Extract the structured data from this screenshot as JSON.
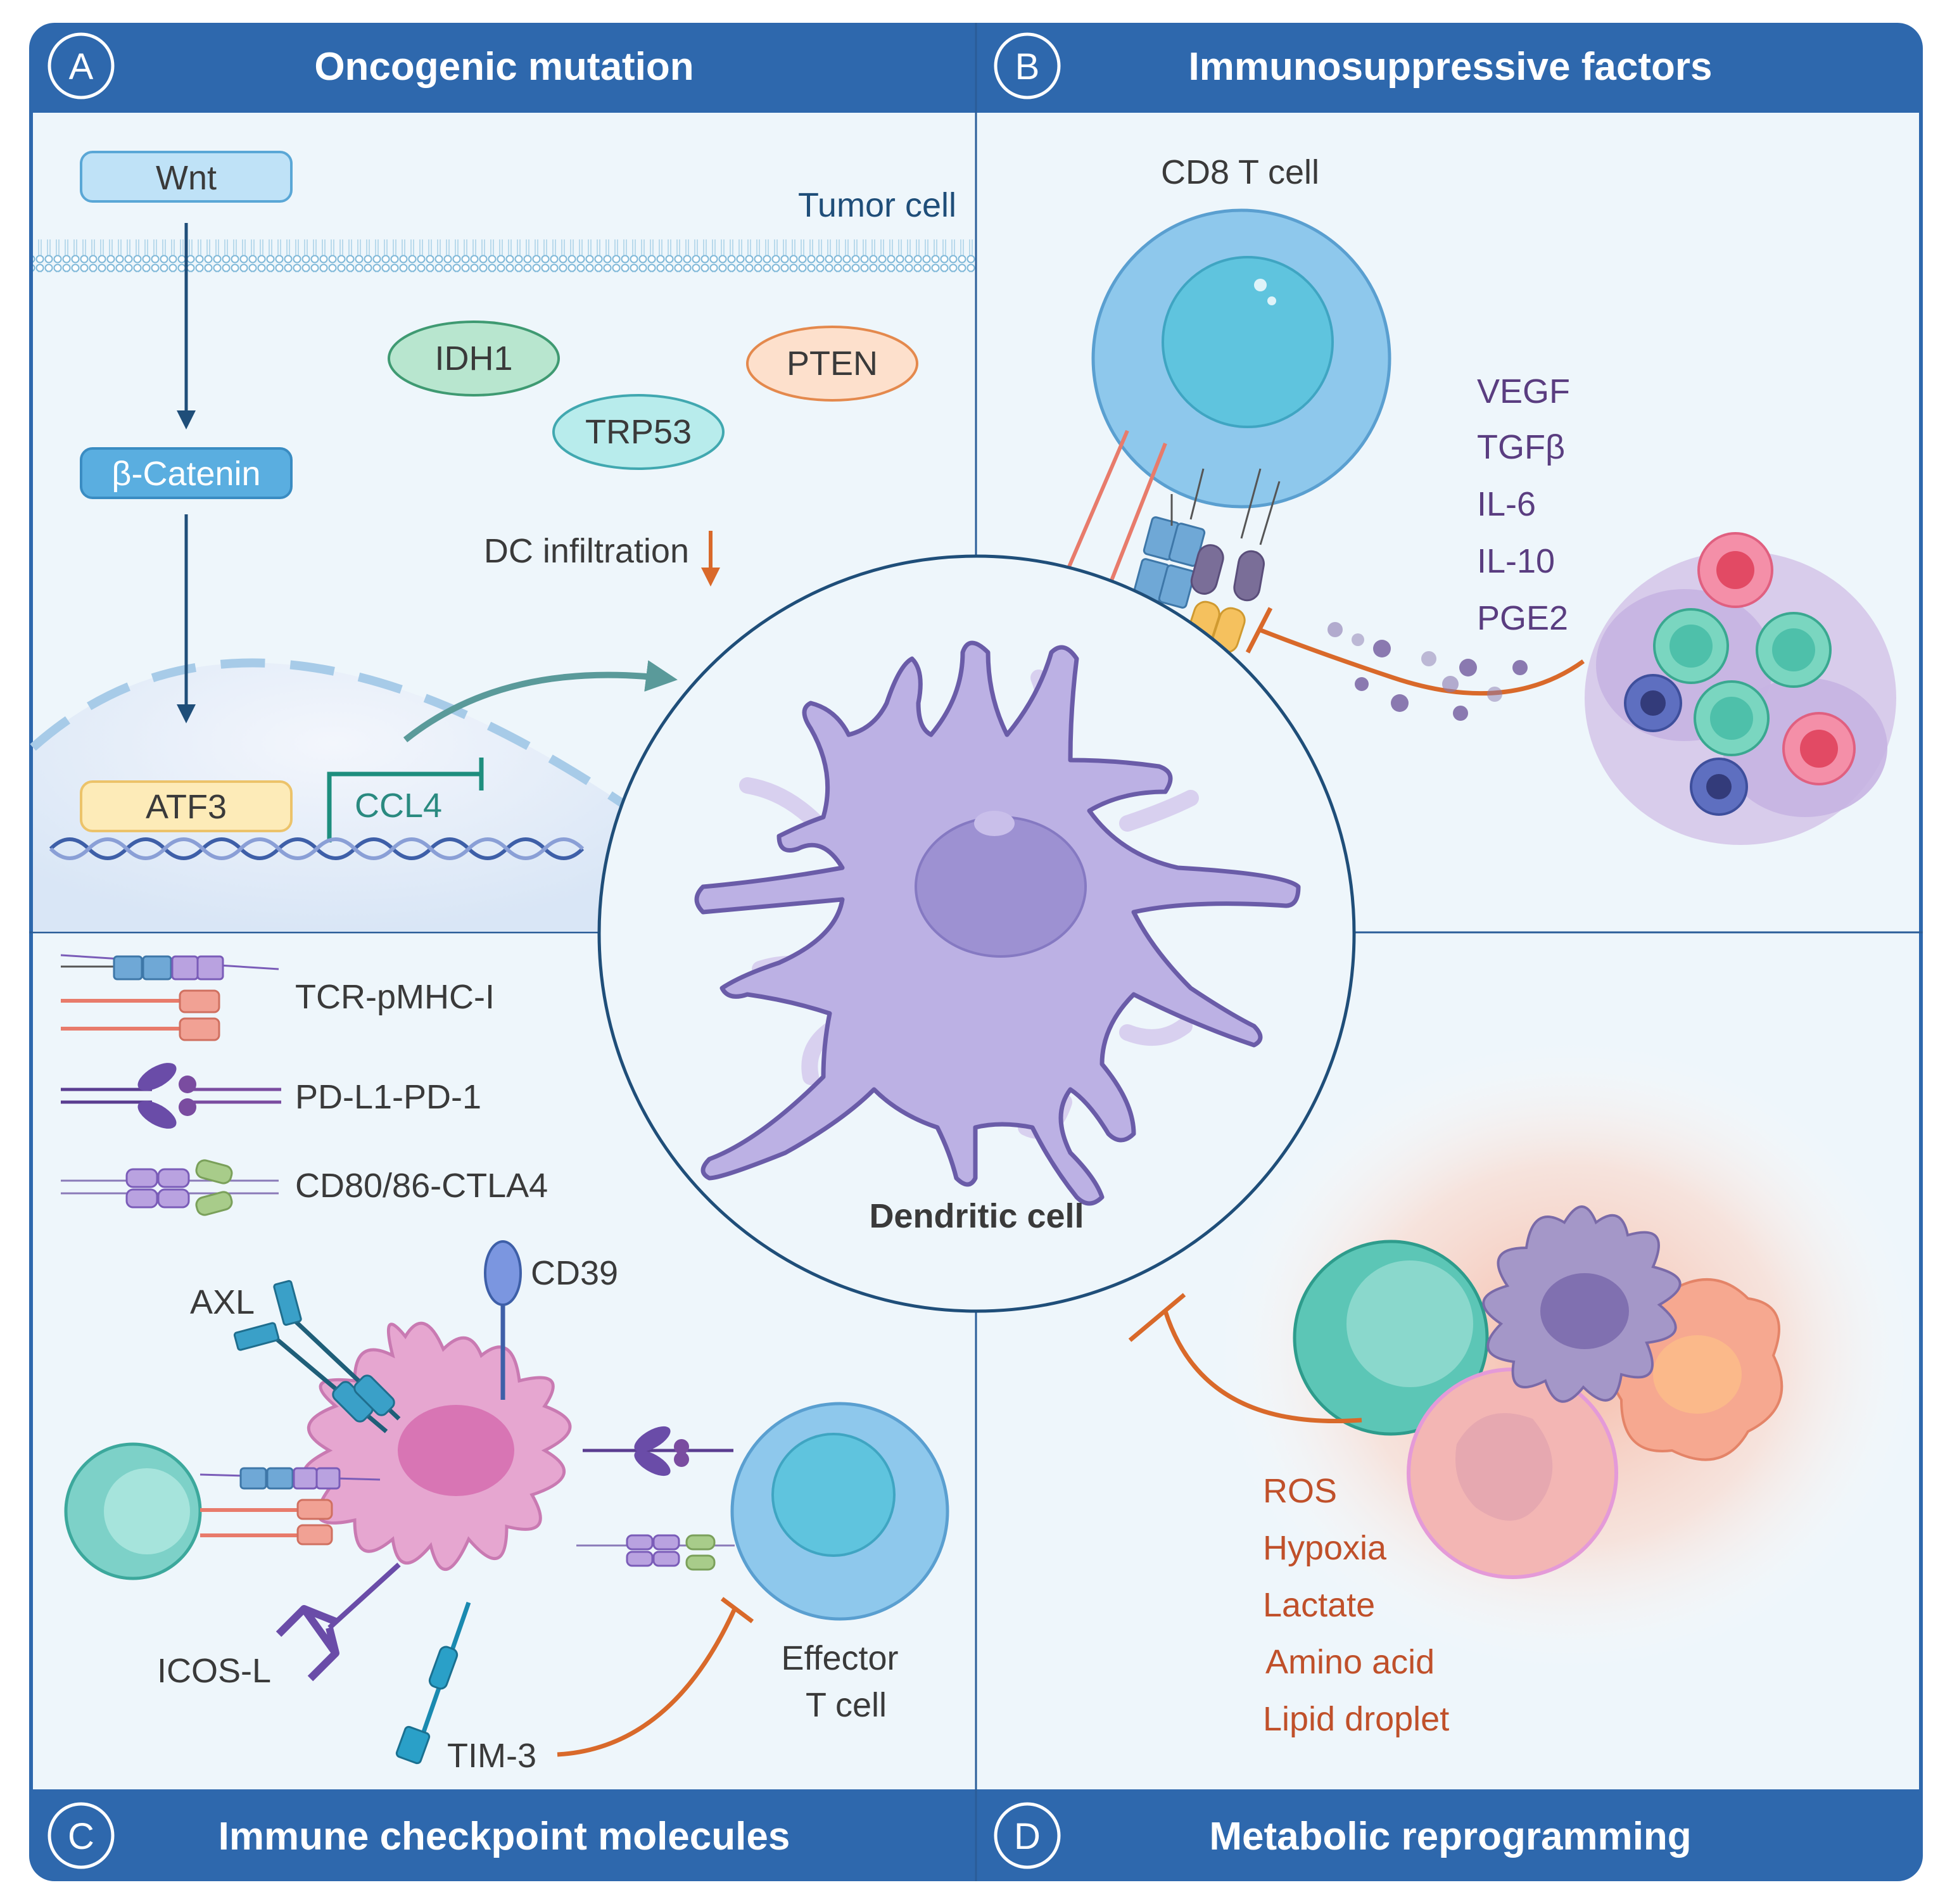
{
  "panels": {
    "a": {
      "letter": "A",
      "title": "Oncogenic mutation"
    },
    "b": {
      "letter": "B",
      "title": "Immunosuppressive factors"
    },
    "c": {
      "letter": "C",
      "title": "Immune checkpoint molecules"
    },
    "d": {
      "letter": "D",
      "title": "Metabolic reprogramming"
    }
  },
  "panel_a": {
    "wnt": "Wnt",
    "tumor_cell": "Tumor cell",
    "idh1": "IDH1",
    "pten": "PTEN",
    "trp53": "TRP53",
    "beta_catenin": "β-Catenin",
    "dc_infiltration": "DC infiltration",
    "atf3": "ATF3",
    "ccl4": "CCL4"
  },
  "panel_b": {
    "cd8_t_cell": "CD8 T cell",
    "factors": [
      "VEGF",
      "TGFβ",
      "IL-6",
      "IL-10",
      "PGE2"
    ]
  },
  "center": {
    "dendritic_cell": "Dendritic cell"
  },
  "panel_c": {
    "legend": [
      "TCR-pMHC-I",
      "PD-L1-PD-1",
      "CD80/86-CTLA4"
    ],
    "cd39": "CD39",
    "axl": "AXL",
    "icos_l": "ICOS-L",
    "tim3": "TIM-3",
    "effector_line1": "Effector",
    "effector_line2": "T cell"
  },
  "panel_d": {
    "factors": [
      "ROS",
      "Hypoxia",
      "Lactate",
      "Amino acid",
      "Lipid droplet"
    ]
  },
  "colors": {
    "header": "#2e68ad",
    "panel_bg": "#eef6fb",
    "inhibit_orange": "#d9692a",
    "arrow_navy": "#1f4e79"
  }
}
